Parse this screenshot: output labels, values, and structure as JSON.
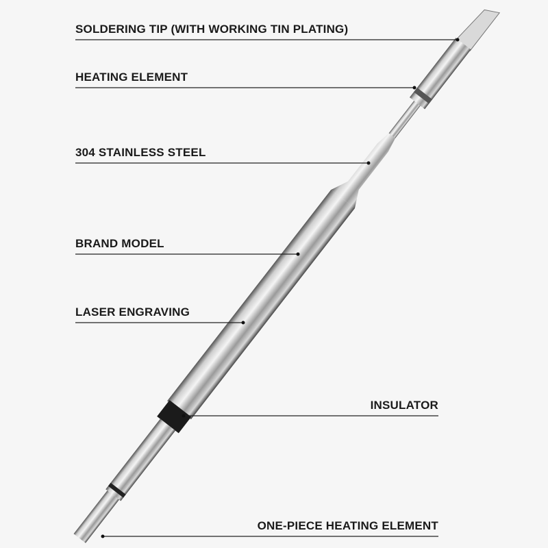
{
  "title": "Soldering tip structure",
  "labels": {
    "tip": "SOLDERING TIP (WITH WORKING TIN PLATING)",
    "heating": "HEATING ELEMENT",
    "steel": "304 STAINLESS STEEL",
    "brand": "BRAND MODEL",
    "laser": "LASER ENGRAVING",
    "insulator": "INSULATOR",
    "onepiece": "ONE-PIECE HEATING ELEMENT"
  },
  "colors": {
    "text": "#1a1a1a",
    "metal": "#bdbdbd",
    "insulator": "#1b1b1b",
    "background": "#f6f6f6"
  }
}
